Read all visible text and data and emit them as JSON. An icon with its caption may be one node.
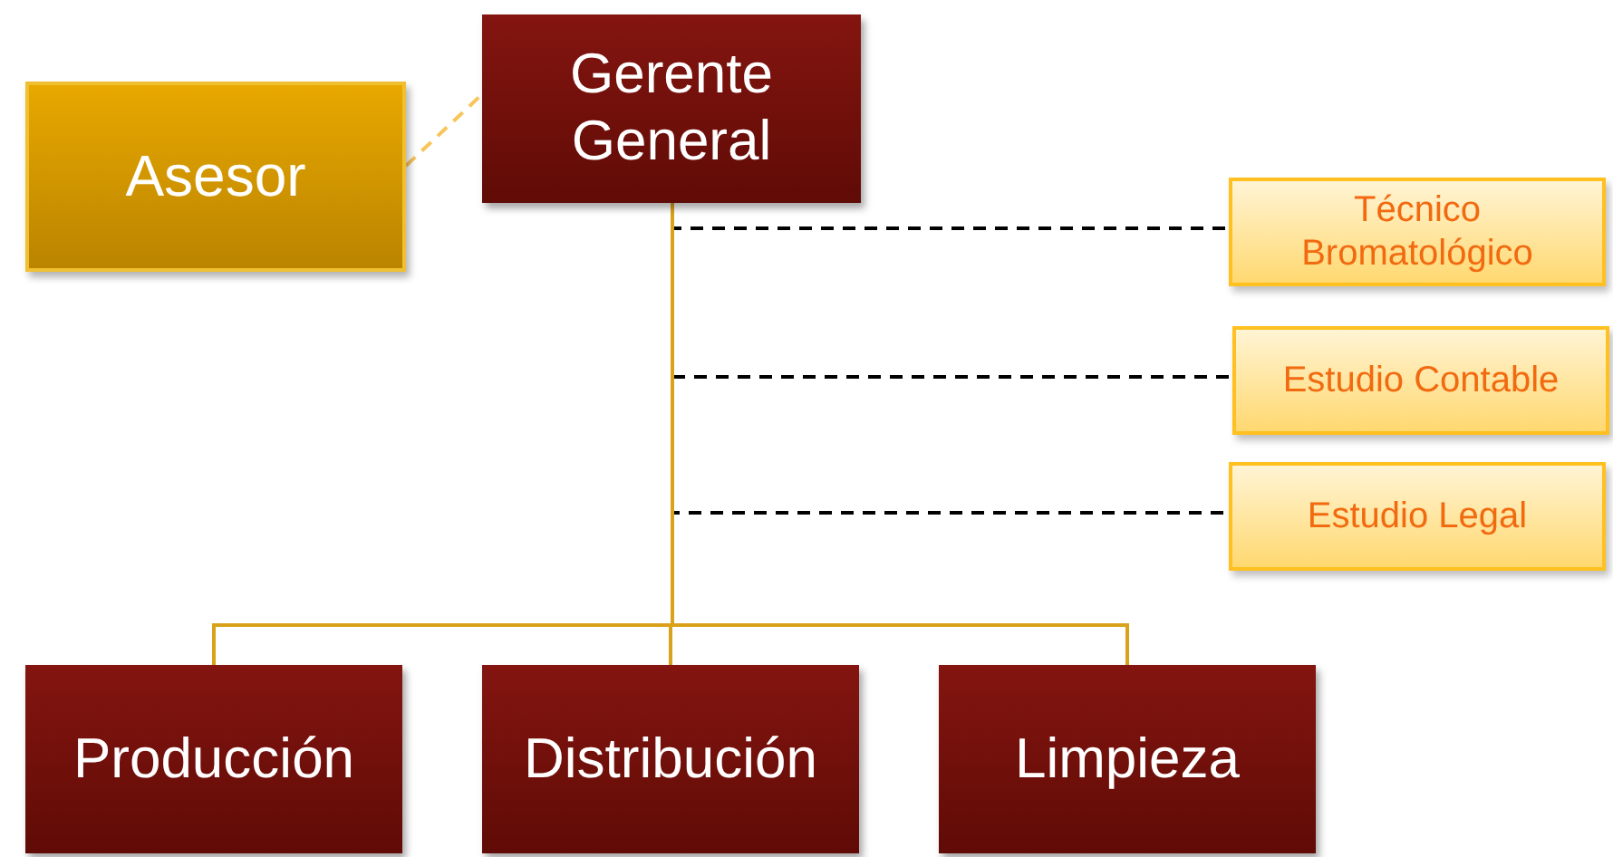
{
  "diagram": {
    "nodes": [
      {
        "text": [
          "Gerente General"
        ]
      },
      {
        "text": [
          "Asesor"
        ]
      },
      {
        "text": [
          "Técnico Bromatológico"
        ]
      },
      {
        "text": [
          "Estudio Contable"
        ]
      },
      {
        "text": [
          "Estudio Legal"
        ]
      },
      {
        "text": [
          "Producción"
        ]
      },
      {
        "text": [
          "Distribución"
        ]
      },
      {
        "text": [
          "Limpieza"
        ]
      }
    ],
    "edges": [
      {
        "from": 1,
        "to": 0,
        "arrow": "none",
        "style": "dashed",
        "color": "#f7c55a"
      },
      {
        "from": 0,
        "to": 2,
        "arrow": "none",
        "style": "dashed",
        "color": "#000000"
      },
      {
        "from": 0,
        "to": 3,
        "arrow": "none",
        "style": "dashed",
        "color": "#000000"
      },
      {
        "from": 0,
        "to": 4,
        "arrow": "none",
        "style": "dashed",
        "color": "#000000"
      },
      {
        "from": 0,
        "to": 5,
        "arrow": "none",
        "color": "#d9a21a"
      },
      {
        "from": 0,
        "to": 6,
        "arrow": "none",
        "color": "#d9a21a"
      },
      {
        "from": 0,
        "to": 7,
        "arrow": "none",
        "color": "#d9a21a"
      }
    ]
  }
}
